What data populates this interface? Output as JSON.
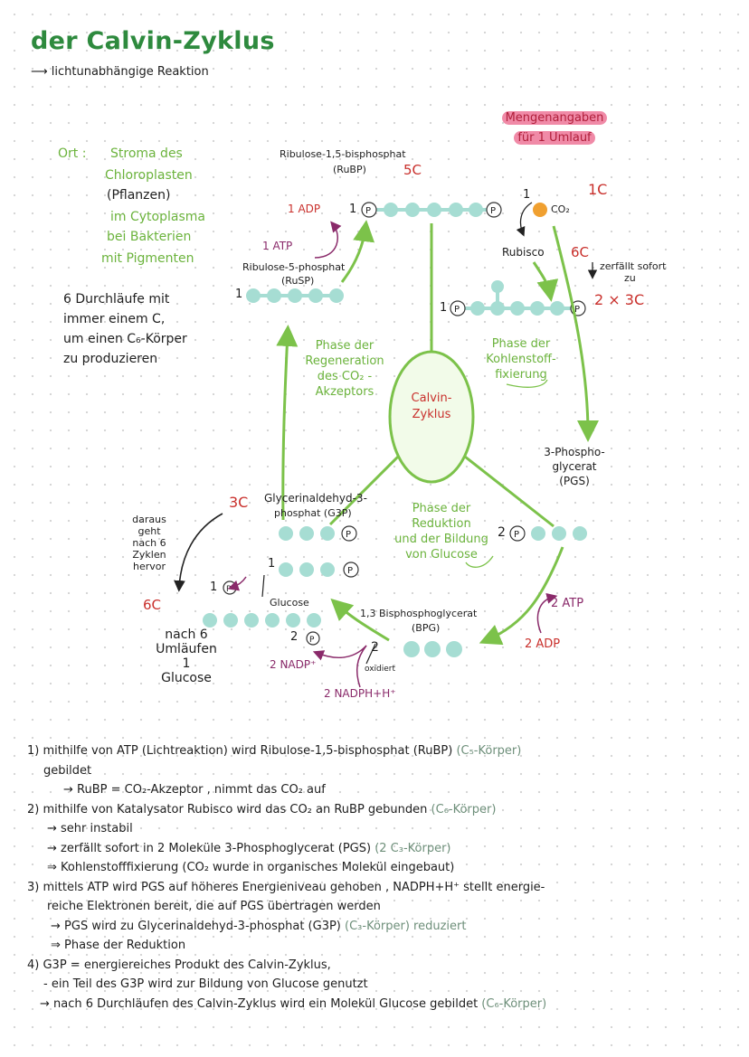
{
  "header": {
    "title": "der Calvin-Zyklus",
    "subtitle": "lichtunabhängige Reaktion"
  },
  "note_quantities": {
    "line1": "Mengenangaben",
    "line2": "für 1 Umlauf"
  },
  "location": {
    "label": "Ort :",
    "line1": "Stroma des",
    "line2": "Chloroplasten",
    "line3": "(Pflanzen)",
    "line4": "im Cytoplasma",
    "line5": "bei Bakterien",
    "line6": "mit Pigmenten"
  },
  "runs_note": {
    "line1": "6 Durchläufe mit",
    "line2": "immer einem C,",
    "line3": "um einen C₆-Körper",
    "line4": "zu produzieren"
  },
  "diagram": {
    "center": {
      "line1": "Calvin-",
      "line2": "Zyklus"
    },
    "rubp": {
      "name": "Ribulose-1,5-bisphosphat",
      "abbr": "(RuBP)",
      "count": "5C"
    },
    "adp_top": "1 ADP",
    "atp_top": "1 ATP",
    "p_top": "1",
    "rusp": {
      "name": "Ribulose-5-phosphat",
      "abbr": "(RuSP)",
      "prefix": "1"
    },
    "co2": {
      "prefix": "1",
      "label": "CO₂",
      "count": "1C"
    },
    "rubisco": {
      "label": "Rubisco",
      "count": "6C",
      "note1": "zerfällt sofort",
      "note2": "zu"
    },
    "six_c_chain": {
      "prefix": "1",
      "result": "2 × 3C"
    },
    "phase_regen": {
      "line1": "Phase der",
      "line2": "Regeneration",
      "line3": "des CO₂ -",
      "line4": "Akzeptors"
    },
    "phase_fix": {
      "line1": "Phase der",
      "line2": "Kohlenstoff-",
      "line3": "fixierung"
    },
    "pgs": {
      "line1": "3-Phospho-",
      "line2": "glycerat",
      "line3": "(PGS)",
      "prefix": "2"
    },
    "phase_red": {
      "line1": "Phase der",
      "line2": "Reduktion",
      "line3": "und der Bildung",
      "line4": "von Glucose"
    },
    "g3p": {
      "count": "3C",
      "line1": "Glycerinaldehyd-3-",
      "line2": "phosphat (G3P)",
      "prefix": "1"
    },
    "glucose_side": {
      "note1": "daraus",
      "note2": "geht",
      "note3": "nach 6",
      "note4": "Zyklen",
      "note5": "hervor",
      "count": "6C",
      "p_prefix": "1",
      "glucose_label": "Glucose",
      "after1": "nach 6",
      "after2": "Umläufen",
      "after3": "1",
      "after4": "Glucose"
    },
    "bpg": {
      "line1": "1,3 Bisphosphoglycerat",
      "line2": "(BPG)",
      "prefix": "2"
    },
    "atp_right": "2 ATP",
    "adp_right": "2 ADP",
    "p_two": "2",
    "nadp": "2 NADP⁺",
    "nadph": "2 NADPH+H⁺",
    "oxidiert": "oxidiert"
  },
  "steps": [
    {
      "text": "1) mithilfe von ATP (Lichtreaktion) wird Ribulose-1,5-bisphosphat (RuBP) ",
      "note": "(C₅-Körper)"
    },
    {
      "text": "gebildet",
      "note": ""
    },
    {
      "text": "→ RuBP = CO₂-Akzeptor , nimmt das CO₂ auf",
      "note": ""
    },
    {
      "text": "2) mithilfe von Katalysator Rubisco wird das CO₂ an RuBP gebunden ",
      "note": "(C₆-Körper)"
    },
    {
      "text": "→ sehr instabil",
      "note": ""
    },
    {
      "text": "→ zerfällt sofort in 2 Moleküle 3-Phosphoglycerat (PGS) ",
      "note": "(2 C₃-Körper)"
    },
    {
      "text": "⇒ Kohlenstofffixierung (CO₂ wurde in organisches Molekül eingebaut)",
      "note": ""
    },
    {
      "text": "3) mittels ATP wird PGS auf höheres Energieniveau gehoben , NADPH+H⁺ stellt energie-",
      "note": ""
    },
    {
      "text": "reiche Elektronen bereit, die auf PGS übertragen werden",
      "note": ""
    },
    {
      "text": "→ PGS wird zu Glycerinaldehyd-3-phosphat (G3P) ",
      "note": "(C₃-Körper) reduziert"
    },
    {
      "text": "⇒ Phase der Reduktion",
      "note": ""
    },
    {
      "text": "4) G3P = energiereiches Produkt des Calvin-Zyklus,",
      "note": ""
    },
    {
      "text": "- ein Teil des G3P wird zur Bildung von Glucose genutzt",
      "note": ""
    },
    {
      "text": "→ nach 6 Durchläufen des Calvin-Zyklus wird ein Molekül Glucose gebildet ",
      "note": "(C₆-Körper)"
    }
  ],
  "colors": {
    "title_green": "#2e8a3e",
    "cycle_green": "#7cc24a",
    "molecule_teal": "#a6ddd3",
    "red": "#c9302c",
    "purple": "#8a2a6a",
    "highlight_pink": "#f08aa7",
    "co2_orange": "#f0a030"
  }
}
